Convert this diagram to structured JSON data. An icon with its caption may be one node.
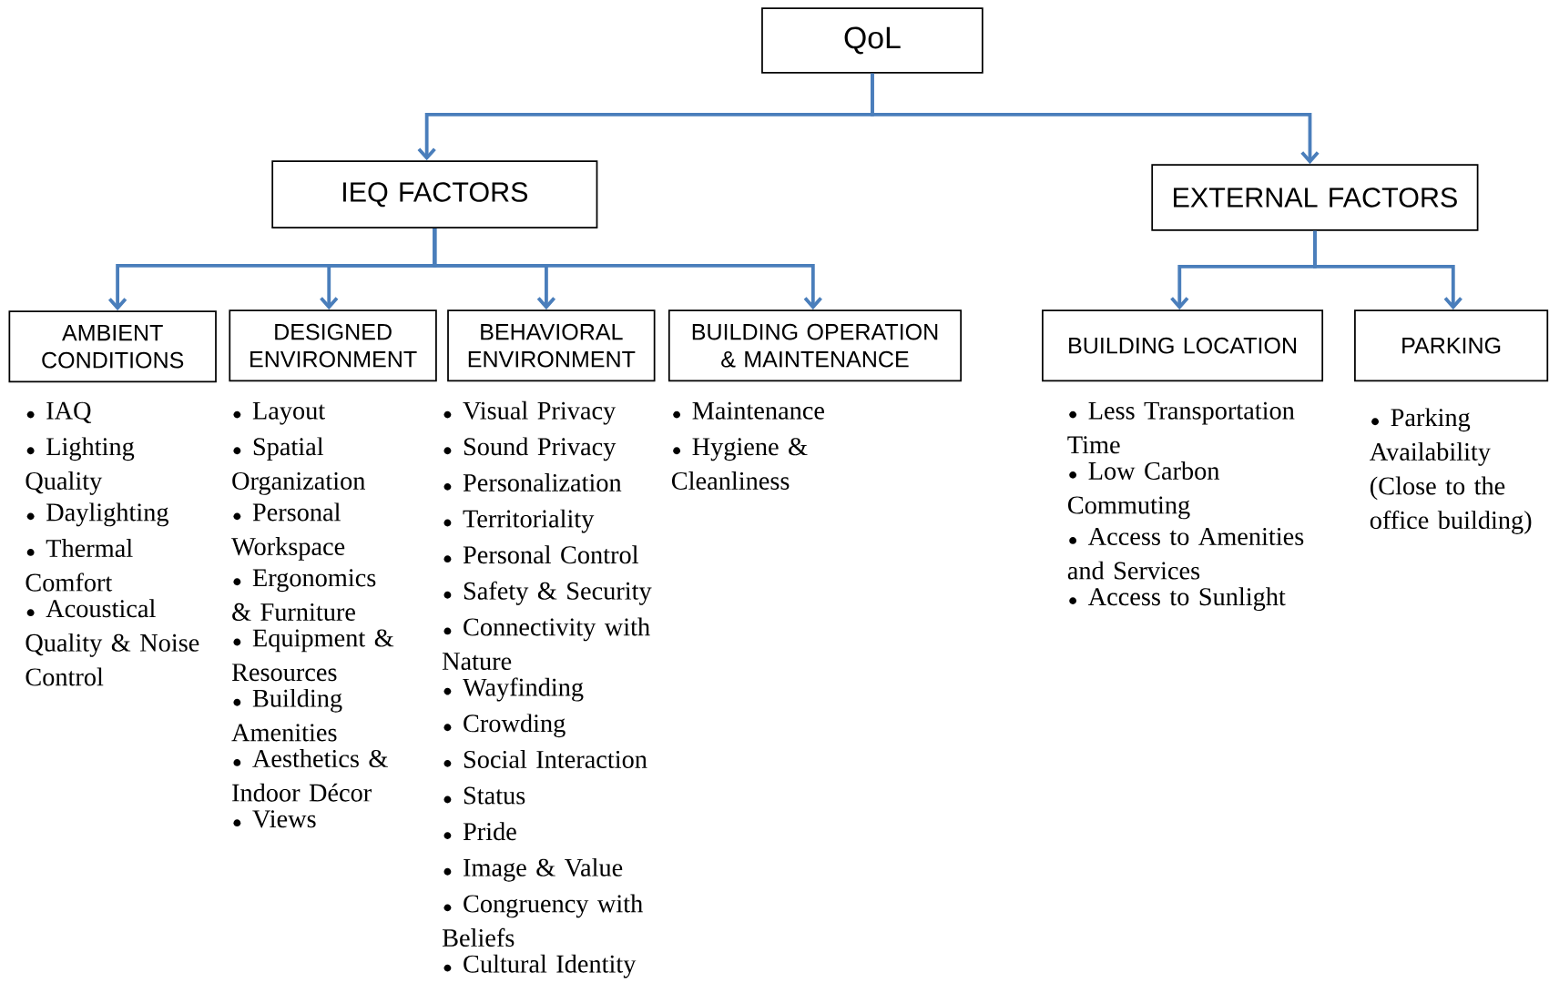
{
  "diagram": {
    "nodes": [
      {
        "text": [
          "QoL"
        ]
      },
      {
        "text": [
          "IEQ FACTORS"
        ]
      },
      {
        "text": [
          "EXTERNAL FACTORS"
        ]
      },
      {
        "text": [
          "AMBIENT CONDITIONS"
        ],
        "beside": [
          "IAQ",
          "Lighting Quality",
          "Daylighting",
          "Thermal Comfort",
          "Acoustical Quality & Noise Control"
        ]
      },
      {
        "text": [
          "DESIGNED ENVIRONMENT"
        ],
        "beside": [
          "Layout",
          "Spatial Organization",
          "Personal Workspace",
          "Ergonomics & Furniture",
          "Equipment & Resources",
          "Building Amenities",
          "Aesthetics & Indoor Décor",
          "Views"
        ]
      },
      {
        "text": [
          "BEHAVIORAL ENVIRONMENT"
        ],
        "beside": [
          "Visual Privacy",
          "Sound Privacy",
          "Personalization",
          "Territoriality",
          "Personal Control",
          "Safety & Security",
          "Connectivity with Nature",
          "Wayfinding",
          "Crowding",
          "Social Interaction",
          "Status",
          "Pride",
          "Image & Value",
          "Congruency with Beliefs",
          "Cultural Identity"
        ]
      },
      {
        "text": [
          "BUILDING OPERATION & MAINTENANCE"
        ],
        "beside": [
          "Maintenance",
          "Hygiene & Cleanliness"
        ]
      },
      {
        "text": [
          "BUILDING LOCATION"
        ],
        "beside": [
          "Less Transportation Time",
          "Low Carbon Commuting",
          "Access to Amenities and Services",
          "Access to Sunlight"
        ]
      },
      {
        "text": [
          "PARKING"
        ],
        "beside": [
          "Parking Availability (Close to the office building)"
        ]
      }
    ],
    "edges": [
      {
        "from": 0,
        "to": 1,
        "arrow": "to"
      },
      {
        "from": 0,
        "to": 2,
        "arrow": "to"
      },
      {
        "from": 1,
        "to": 3,
        "arrow": "to"
      },
      {
        "from": 1,
        "to": 4,
        "arrow": "to"
      },
      {
        "from": 1,
        "to": 5,
        "arrow": "to"
      },
      {
        "from": 1,
        "to": 6,
        "arrow": "to"
      },
      {
        "from": 2,
        "to": 7,
        "arrow": "to"
      },
      {
        "from": 2,
        "to": 8,
        "arrow": "to"
      }
    ]
  }
}
